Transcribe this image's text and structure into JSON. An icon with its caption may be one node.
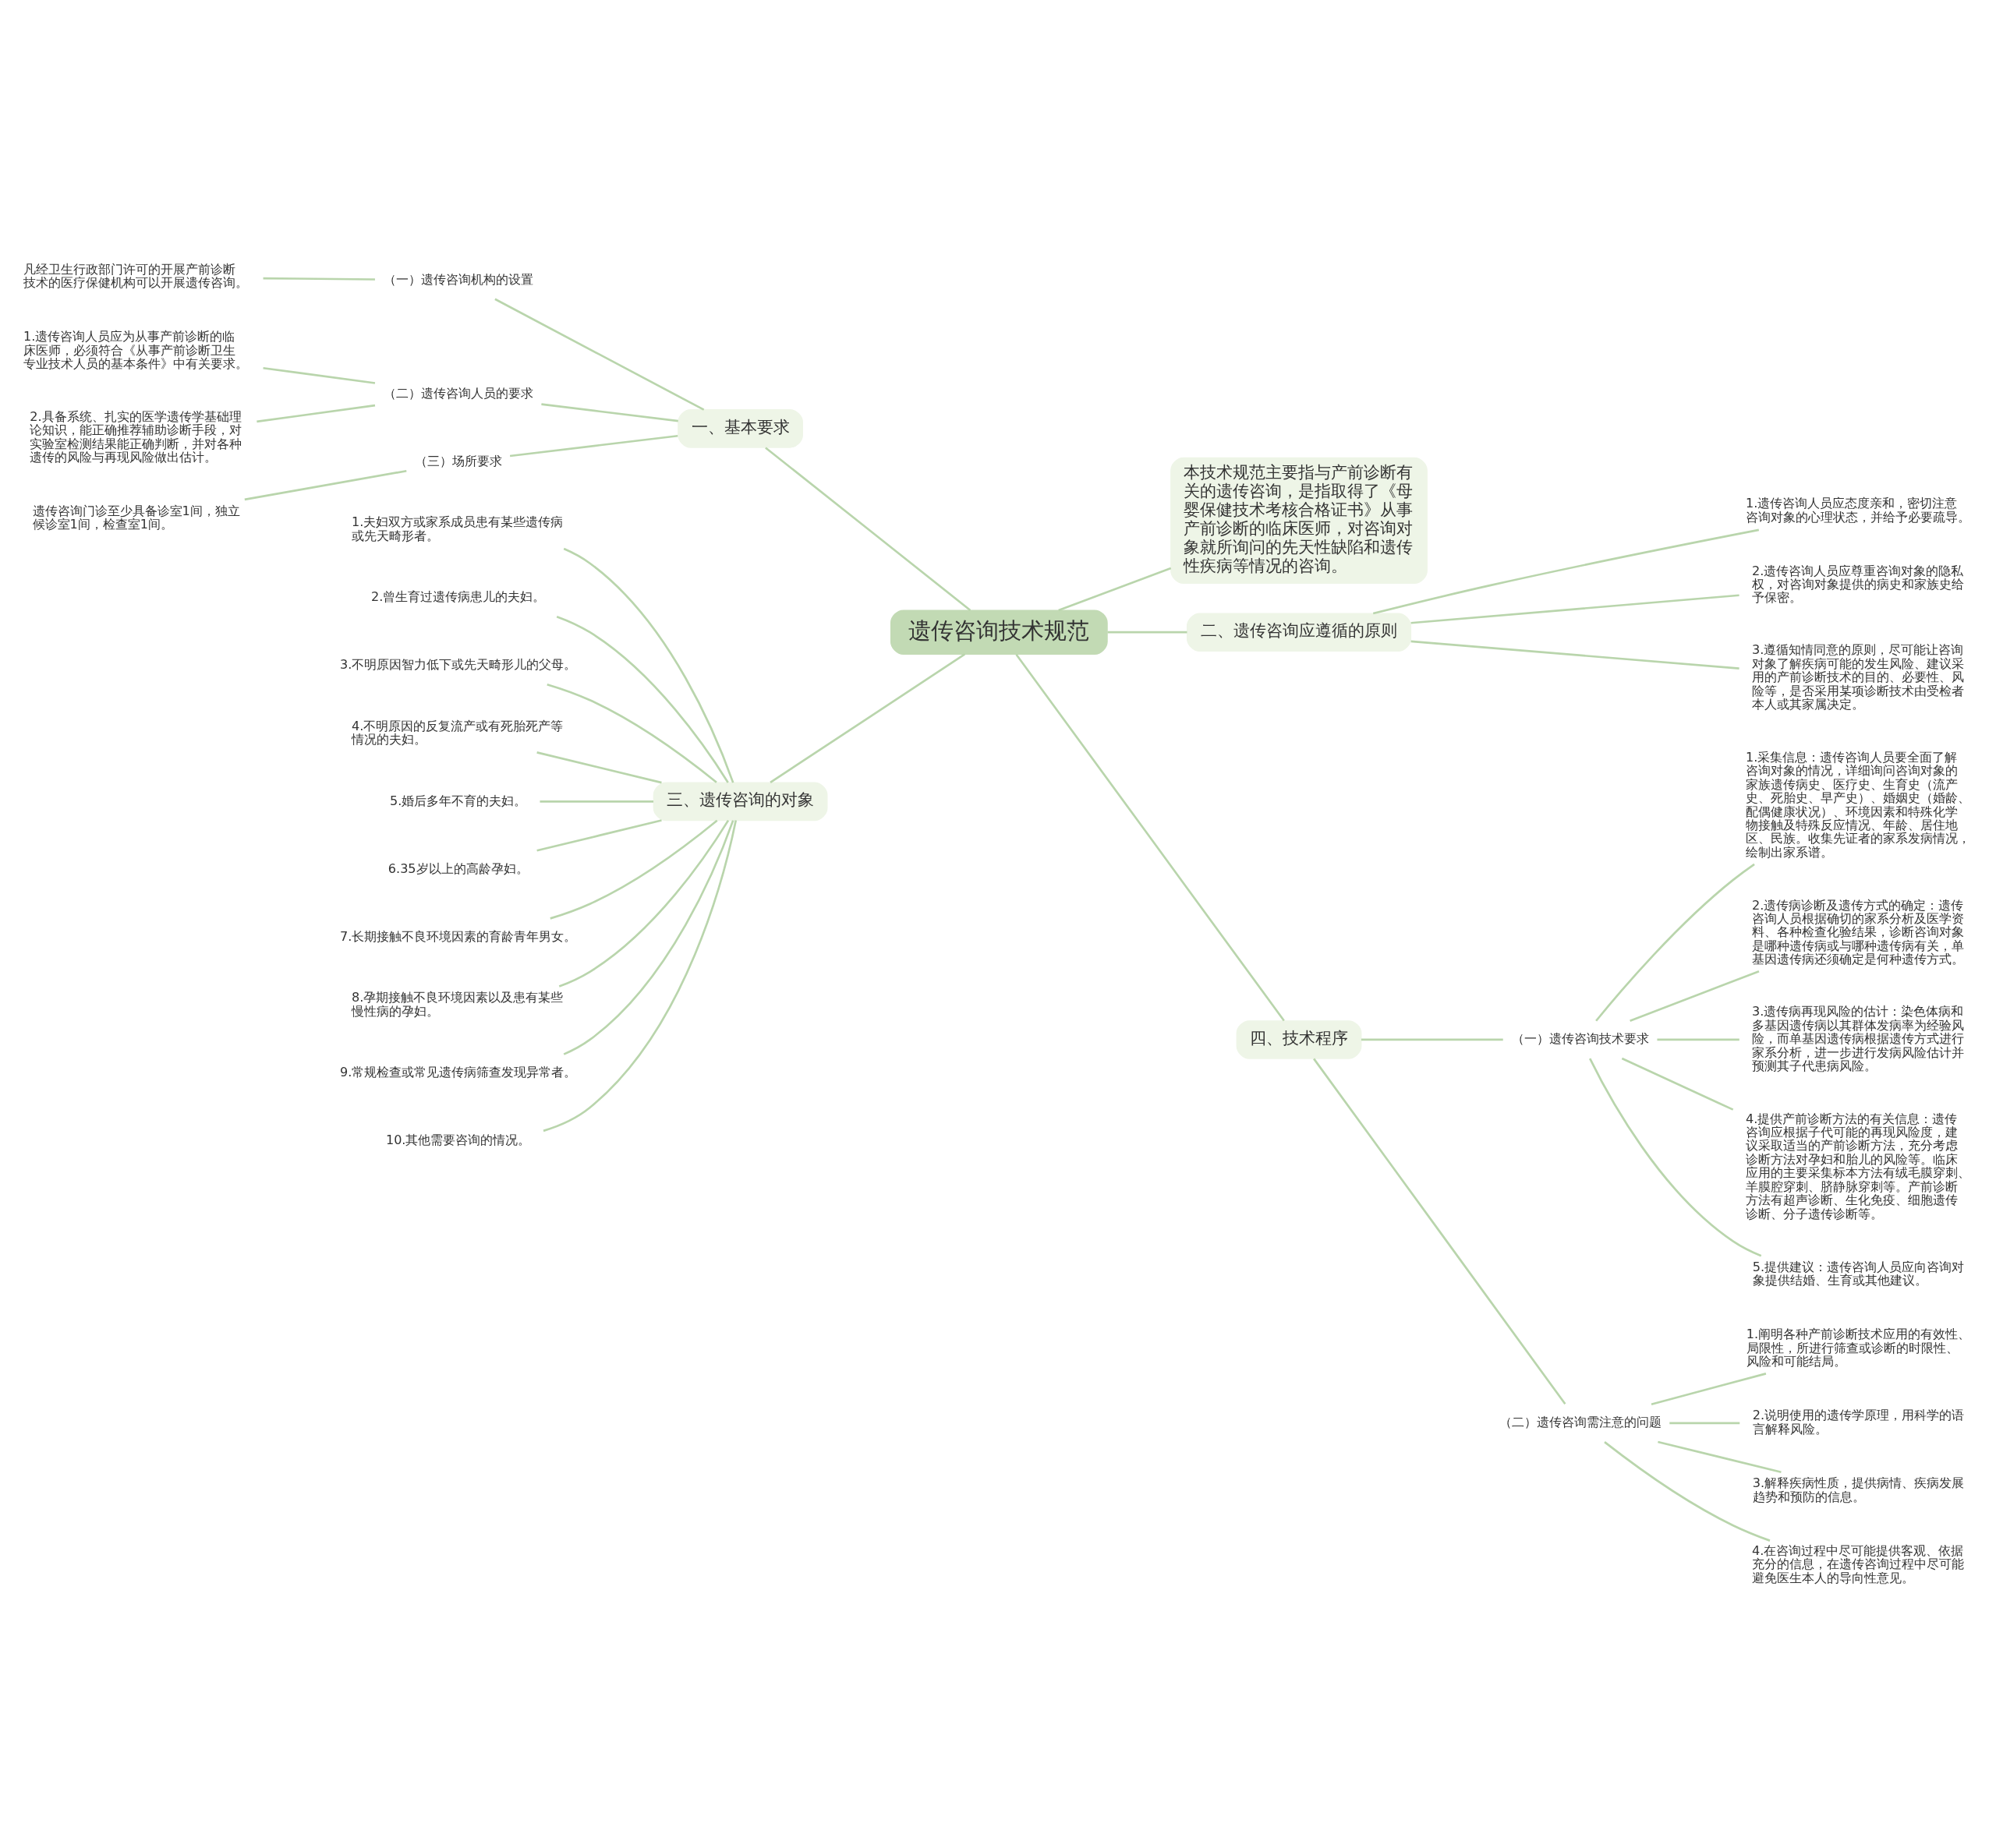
{
  "diagram": {
    "nodes": [
      {
        "text": [
          "遗传咨询技术规范"
        ]
      },
      {
        "text": [
          "本技术规范主要指与产前诊断有关的遗传咨询，是指取得了《母婴保健技术考核合格证书》从事产前诊断的临床医师，对咨询对象就所询问的先天性缺陷和遗传性疾病等情况的咨询。"
        ]
      },
      {
        "text": [
          "一、基本要求"
        ]
      },
      {
        "text": [
          "（一）遗传咨询机构的设置"
        ]
      },
      {
        "text": [
          "凡经卫生行政部门许可的开展产前诊断技术的医疗保健机构可以开展遗传咨询。"
        ]
      },
      {
        "text": [
          "（二）遗传咨询人员的要求"
        ]
      },
      {
        "text": [
          "1.遗传咨询人员应为从事产前诊断的临床医师，必须符合《从事产前诊断卫生专业技术人员的基本条件》中有关要求。"
        ]
      },
      {
        "text": [
          "2.具备系统、扎实的医学遗传学基础理论知识，能正确推荐辅助诊断手段，对实验室检测结果能正确判断，并对各种遗传的风险与再现风险做出估计。"
        ]
      },
      {
        "text": [
          "（三）场所要求"
        ]
      },
      {
        "text": [
          "遗传咨询门诊至少具备诊室1间，独立候诊室1间，检查室1间。"
        ]
      },
      {
        "text": [
          "二、遗传咨询应遵循的原则"
        ]
      },
      {
        "text": [
          "1.遗传咨询人员应态度亲和，密切注意咨询对象的心理状态，并给予必要疏导。"
        ]
      },
      {
        "text": [
          "2.遗传咨询人员应尊重咨询对象的隐私权，对咨询对象提供的病史和家族史给予保密。"
        ]
      },
      {
        "text": [
          "3.遵循知情同意的原则，尽可能让咨询对象了解疾病可能的发生风险、建议采用的产前诊断技术的目的、必要性、风险等，是否采用某项诊断技术由受检者本人或其家属决定。"
        ]
      },
      {
        "text": [
          "三、遗传咨询的对象"
        ]
      },
      {
        "text": [
          "1.夫妇双方或家系成员患有某些遗传病或先天畸形者。"
        ]
      },
      {
        "text": [
          "2.曾生育过遗传病患儿的夫妇。"
        ]
      },
      {
        "text": [
          "3.不明原因智力低下或先天畸形儿的父母。"
        ]
      },
      {
        "text": [
          "4.不明原因的反复流产或有死胎死产等情况的夫妇。"
        ]
      },
      {
        "text": [
          "5.婚后多年不育的夫妇。"
        ]
      },
      {
        "text": [
          "6.35岁以上的高龄孕妇。"
        ]
      },
      {
        "text": [
          "7.长期接触不良环境因素的育龄青年男女。"
        ]
      },
      {
        "text": [
          "8.孕期接触不良环境因素以及患有某些慢性病的孕妇。"
        ]
      },
      {
        "text": [
          "9.常规检查或常见遗传病筛查发现异常者。"
        ]
      },
      {
        "text": [
          "10.其他需要咨询的情况。"
        ]
      },
      {
        "text": [
          "四、技术程序"
        ]
      },
      {
        "text": [
          "（一）遗传咨询技术要求"
        ]
      },
      {
        "text": [
          "1.采集信息：遗传咨询人员要全面了解咨询对象的情况，详细询问咨询对象的家族遗传病史、医疗史、生育史（流产史、死胎史、早产史）、婚姻史（婚龄、配偶健康状况）、环境因素和特殊化学物接触及特殊反应情况、年龄、居住地区、民族。收集先证者的家系发病情况，绘制出家系谱。"
        ]
      },
      {
        "text": [
          "2.遗传病诊断及遗传方式的确定：遗传咨询人员根据确切的家系分析及医学资料、各种检查化验结果，诊断咨询对象是哪种遗传病或与哪种遗传病有关，单基因遗传病还须确定是何种遗传方式。"
        ]
      },
      {
        "text": [
          "3.遗传病再现风险的估计：染色体病和多基因遗传病以其群体发病率为经验风险，而单基因遗传病根据遗传方式进行家系分析，进一步进行发病风险估计并预测其子代患病风险。"
        ]
      },
      {
        "text": [
          "4.提供产前诊断方法的有关信息：遗传咨询应根据子代可能的再现风险度，建议采取适当的产前诊断方法，充分考虑诊断方法对孕妇和胎儿的风险等。临床应用的主要采集标本方法有绒毛膜穿刺、羊膜腔穿刺、脐静脉穿刺等。产前诊断方法有超声诊断、生化免疫、细胞遗传诊断、分子遗传诊断等。"
        ]
      },
      {
        "text": [
          "5.提供建议：遗传咨询人员应向咨询对象提供结婚、生育或其他建议。"
        ]
      },
      {
        "text": [
          "（二）遗传咨询需注意的问题"
        ]
      },
      {
        "text": [
          "1.阐明各种产前诊断技术应用的有效性、局限性，所进行筛查或诊断的时限性、风险和可能结局。"
        ]
      },
      {
        "text": [
          "2.说明使用的遗传学原理，用科学的语言解释风险。"
        ]
      },
      {
        "text": [
          "3.解释疾病性质，提供病情、疾病发展趋势和预防的信息。"
        ]
      },
      {
        "text": [
          "4.在咨询过程中尽可能提供客观、依据充分的信息，在遗传咨询过程中尽可能避免医生本人的导向性意见。"
        ]
      }
    ],
    "edges": [
      {
        "from": 0,
        "to": 1,
        "arrow": "none"
      },
      {
        "from": 0,
        "to": 2,
        "arrow": "none"
      },
      {
        "from": 2,
        "to": 3,
        "arrow": "none"
      },
      {
        "from": 3,
        "to": 4,
        "arrow": "none"
      },
      {
        "from": 2,
        "to": 5,
        "arrow": "none"
      },
      {
        "from": 5,
        "to": 6,
        "arrow": "none"
      },
      {
        "from": 5,
        "to": 7,
        "arrow": "none"
      },
      {
        "from": 2,
        "to": 8,
        "arrow": "none"
      },
      {
        "from": 8,
        "to": 9,
        "arrow": "none"
      },
      {
        "from": 0,
        "to": 10,
        "arrow": "none"
      },
      {
        "from": 10,
        "to": 11,
        "arrow": "none"
      },
      {
        "from": 10,
        "to": 12,
        "arrow": "none"
      },
      {
        "from": 10,
        "to": 13,
        "arrow": "none"
      },
      {
        "from": 0,
        "to": 14,
        "arrow": "none"
      },
      {
        "from": 14,
        "to": 15,
        "arrow": "none"
      },
      {
        "from": 14,
        "to": 16,
        "arrow": "none"
      },
      {
        "from": 14,
        "to": 17,
        "arrow": "none"
      },
      {
        "from": 14,
        "to": 18,
        "arrow": "none"
      },
      {
        "from": 14,
        "to": 19,
        "arrow": "none"
      },
      {
        "from": 14,
        "to": 20,
        "arrow": "none"
      },
      {
        "from": 14,
        "to": 21,
        "arrow": "none"
      },
      {
        "from": 14,
        "to": 22,
        "arrow": "none"
      },
      {
        "from": 14,
        "to": 23,
        "arrow": "none"
      },
      {
        "from": 14,
        "to": 24,
        "arrow": "none"
      },
      {
        "from": 0,
        "to": 25,
        "arrow": "none"
      },
      {
        "from": 25,
        "to": 26,
        "arrow": "none"
      },
      {
        "from": 26,
        "to": 27,
        "arrow": "none"
      },
      {
        "from": 26,
        "to": 28,
        "arrow": "none"
      },
      {
        "from": 26,
        "to": 29,
        "arrow": "none"
      },
      {
        "from": 26,
        "to": 30,
        "arrow": "none"
      },
      {
        "from": 26,
        "to": 31,
        "arrow": "none"
      },
      {
        "from": 25,
        "to": 32,
        "arrow": "none"
      },
      {
        "from": 32,
        "to": 33,
        "arrow": "none"
      },
      {
        "from": 32,
        "to": 34,
        "arrow": "none"
      },
      {
        "from": 32,
        "to": 35,
        "arrow": "none"
      },
      {
        "from": 32,
        "to": 36,
        "arrow": "none"
      }
    ]
  }
}
